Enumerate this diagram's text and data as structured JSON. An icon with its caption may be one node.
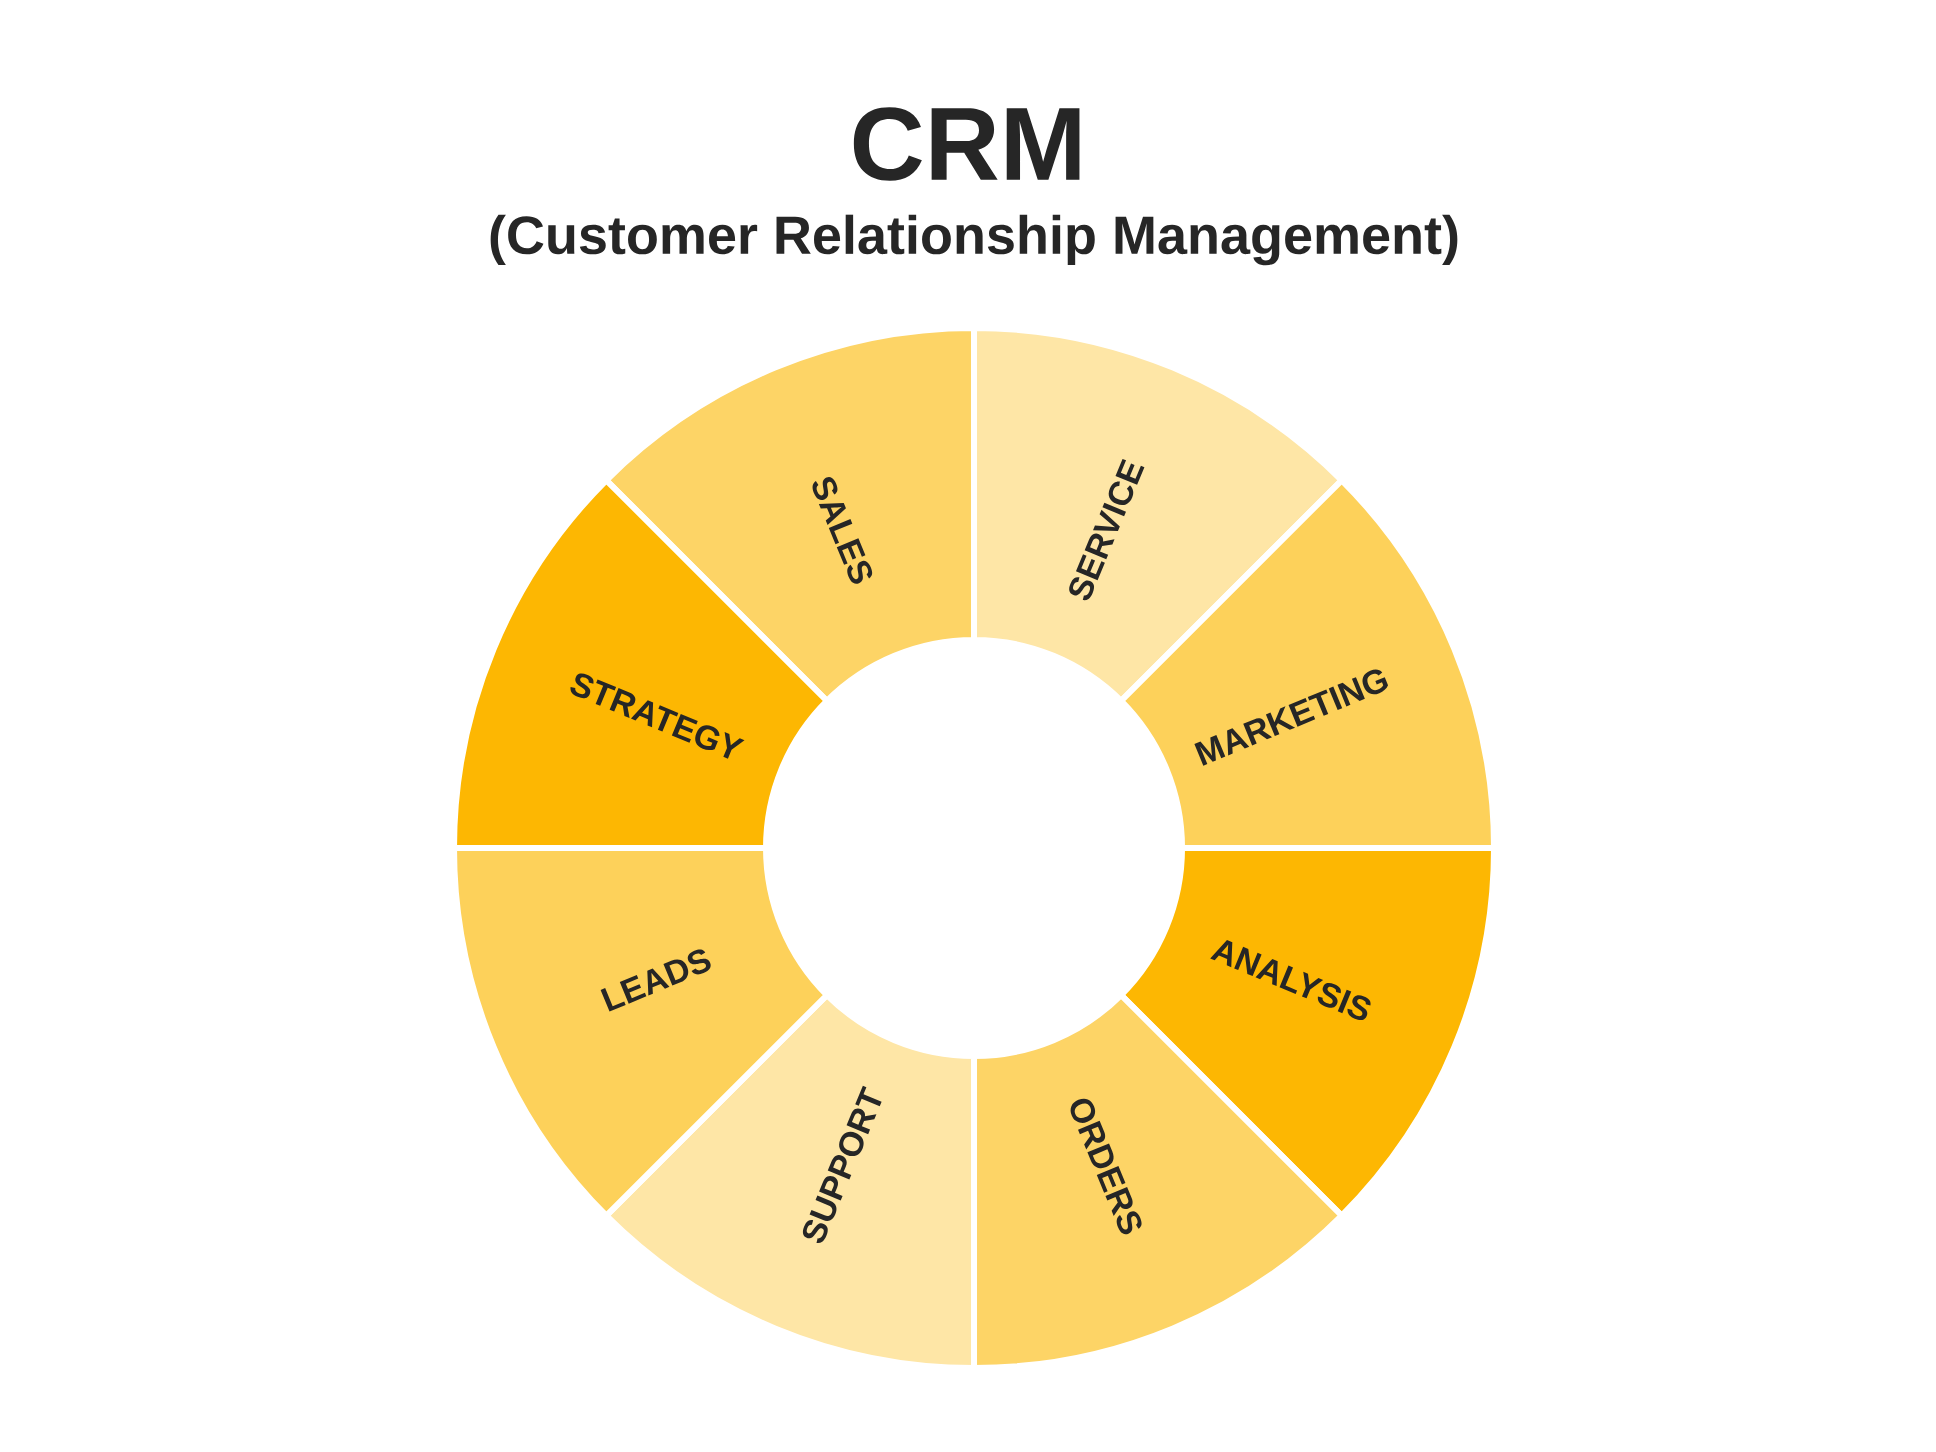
{
  "diagram": {
    "title": "CRM",
    "caption": "(Customer Relationship Management)",
    "nodes": [
      {
        "text": [
          "SALES"
        ]
      },
      {
        "text": [
          "SERVICE"
        ]
      },
      {
        "text": [
          "MARKETING"
        ]
      },
      {
        "text": [
          "ANALYSIS"
        ]
      },
      {
        "text": [
          "ORDERS"
        ]
      },
      {
        "text": [
          "SUPPORT"
        ]
      },
      {
        "text": [
          "LEADS"
        ]
      },
      {
        "text": [
          "STRATEGY"
        ]
      }
    ]
  }
}
